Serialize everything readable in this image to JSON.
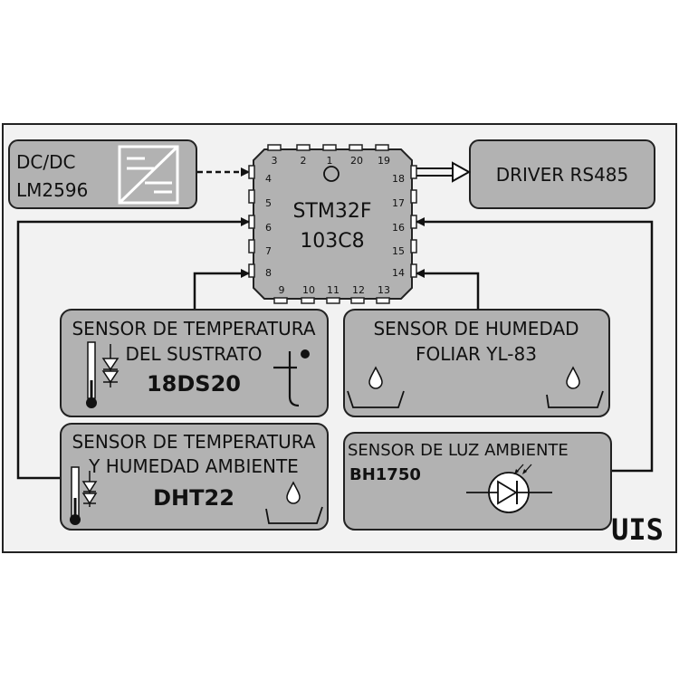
{
  "dcdc": {
    "line1": "DC/DC",
    "line2": "LM2596"
  },
  "mcu": {
    "line1": "STM32F",
    "line2": "103C8",
    "pins": [
      "3",
      "2",
      "1",
      "20",
      "19",
      "4",
      "5",
      "6",
      "7",
      "8",
      "18",
      "17",
      "16",
      "15",
      "14",
      "9",
      "10",
      "11",
      "12",
      "13"
    ]
  },
  "driver": {
    "label": "DRIVER RS485"
  },
  "sensor_sustrato": {
    "line1": "SENSOR DE TEMPERATURA",
    "line2": "DEL SUSTRATO",
    "line3": "18DS20"
  },
  "sensor_foliar": {
    "line1": "SENSOR DE HUMEDAD",
    "line2": "FOLIAR YL-83"
  },
  "sensor_dht": {
    "line1": "SENSOR DE TEMPERATURA",
    "line2": "Y HUMEDAD AMBIENTE",
    "line3": "DHT22"
  },
  "sensor_luz": {
    "line1": "SENSOR DE LUZ AMBIENTE",
    "line2": "BH1750"
  },
  "logo": {
    "text": "UIS"
  },
  "colors": {
    "box": "#b2b2b2",
    "stroke": "#222222",
    "frame": "#f2f2f2"
  }
}
